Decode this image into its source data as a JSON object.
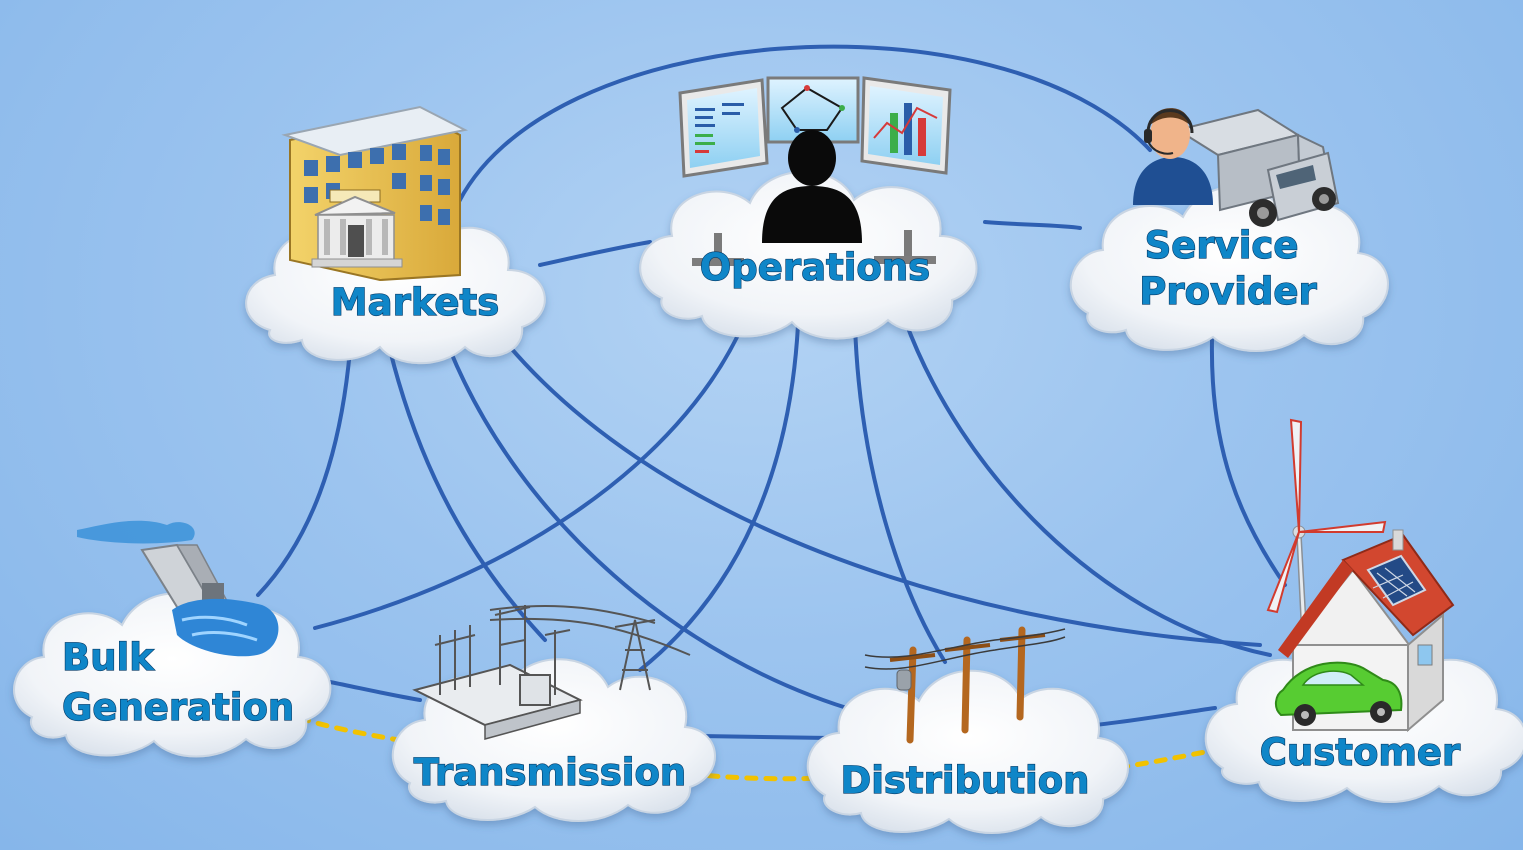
{
  "diagram": {
    "nodes": [
      {
        "id": "markets",
        "label_lines": [
          "Markets"
        ],
        "icon": "market-building-icon"
      },
      {
        "id": "operations",
        "label_lines": [
          "Operations"
        ],
        "icon": "control-room-icon"
      },
      {
        "id": "service_provider",
        "label_lines": [
          "Service",
          "Provider"
        ],
        "icon": "service-technician-truck-icon"
      },
      {
        "id": "bulk_generation",
        "label_lines": [
          "Bulk",
          "Generation"
        ],
        "icon": "hydro-dam-icon"
      },
      {
        "id": "transmission",
        "label_lines": [
          "Transmission"
        ],
        "icon": "substation-tower-icon"
      },
      {
        "id": "distribution",
        "label_lines": [
          "Distribution"
        ],
        "icon": "utility-poles-icon"
      },
      {
        "id": "customer",
        "label_lines": [
          "Customer"
        ],
        "icon": "house-wind-solar-car-icon"
      }
    ],
    "communication_links": [
      [
        "markets",
        "operations"
      ],
      [
        "markets",
        "service_provider"
      ],
      [
        "markets",
        "bulk_generation"
      ],
      [
        "markets",
        "transmission"
      ],
      [
        "markets",
        "distribution"
      ],
      [
        "markets",
        "customer"
      ],
      [
        "operations",
        "service_provider"
      ],
      [
        "operations",
        "bulk_generation"
      ],
      [
        "operations",
        "transmission"
      ],
      [
        "operations",
        "distribution"
      ],
      [
        "operations",
        "customer"
      ],
      [
        "service_provider",
        "customer"
      ],
      [
        "bulk_generation",
        "transmission"
      ],
      [
        "transmission",
        "distribution"
      ],
      [
        "distribution",
        "customer"
      ]
    ],
    "power_flow_links": [
      [
        "bulk_generation",
        "transmission"
      ],
      [
        "transmission",
        "distribution"
      ],
      [
        "distribution",
        "customer"
      ]
    ],
    "colors": {
      "background": "#9cc4ef",
      "link": "#2e5fb2",
      "power_flow": "#f2c200",
      "label_fill": "#0f86c8",
      "label_outline": "#063a66",
      "cloud": "#f4f6f9"
    }
  }
}
